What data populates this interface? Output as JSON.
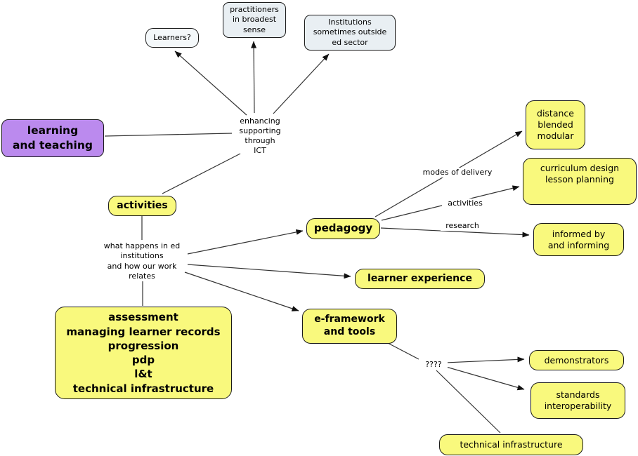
{
  "nodes": {
    "learners": {
      "label": "Learners?"
    },
    "practitioners": {
      "label": "practitioners\nin broadest\nsense"
    },
    "institutions": {
      "label": "Institutions\nsometimes outside\ned sector"
    },
    "enhancing_ict": {
      "label": "enhancing\nsupporting\nthrough\nICT"
    },
    "learning_and_teaching": {
      "label": "learning\nand teaching"
    },
    "activities": {
      "label": "activities"
    },
    "what_happens": {
      "label": "what happens in ed\ninstitutions\nand how our work\nrelates"
    },
    "pedagogy": {
      "label": "pedagogy"
    },
    "distance_blended_modular": {
      "label": "distance\nblended\nmodular"
    },
    "curriculum_design": {
      "label": "curriculum design\nlesson planning"
    },
    "informed_by": {
      "label": "informed by\nand informing"
    },
    "learner_experience": {
      "label": "learner experience"
    },
    "eframework_and_tools": {
      "label": "e-framework\nand tools"
    },
    "assessment_group": {
      "label": "assessment\nmanaging learner records\nprogression\npdp\nl&t\ntechnical infrastructure"
    },
    "demonstrators": {
      "label": "demonstrators"
    },
    "standards_interoperability": {
      "label": "standards\ninteroperability"
    },
    "technical_infrastructure": {
      "label": "technical infrastructure"
    }
  },
  "edge_labels": {
    "modes_of_delivery": "modes of delivery",
    "activities_link": "activities",
    "research": "research",
    "question_marks": "????"
  },
  "colors": {
    "node_yellow": "#f9f97d",
    "node_purple": "#bb8aee",
    "node_bluegray": "#e9eff3",
    "node_pale": "#f4f8fa",
    "connector": "#333333",
    "arrowhead": "#111111",
    "background": "#ffffff"
  }
}
